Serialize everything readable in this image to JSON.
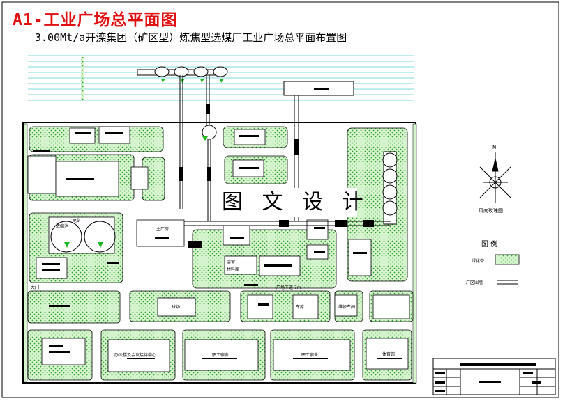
{
  "header": {
    "main_title": "A1-工业广场总平面图",
    "subtitle": "3.00Mt/a开滦集团（矿区型）炼焦型选煤厂工业广场总平面布置图"
  },
  "watermark": "图 文 设 计",
  "compass": {
    "label": "风向玫瑰图",
    "north_letter": "N"
  },
  "legend": {
    "title": "图  例",
    "items": [
      {
        "label": "绿化带",
        "swatch": "green-hatch"
      },
      {
        "label": "厂区围墙",
        "swatch": "double-line"
      }
    ]
  },
  "buildings": {
    "main_office": "主厂房",
    "tailing": "尾矿",
    "pool": "浓缩池",
    "material_1": "浴室",
    "material_2": "材料库",
    "repair": "维修车间",
    "road_label": "广场干道 7m",
    "gate": "大门",
    "garage": "车库",
    "office_center": "办公楼及会议接待中心",
    "dorm_1": "职工宿舍",
    "dorm_2": "职工宿舍",
    "sports": "体育馆",
    "field": "球场"
  },
  "colors": {
    "green_fill": "#c8f0c0",
    "green_hatch": "#2e9e2e",
    "rail_line": "#7fd8d8",
    "title_red": "#e01010",
    "arrow_green": "#22b522"
  }
}
